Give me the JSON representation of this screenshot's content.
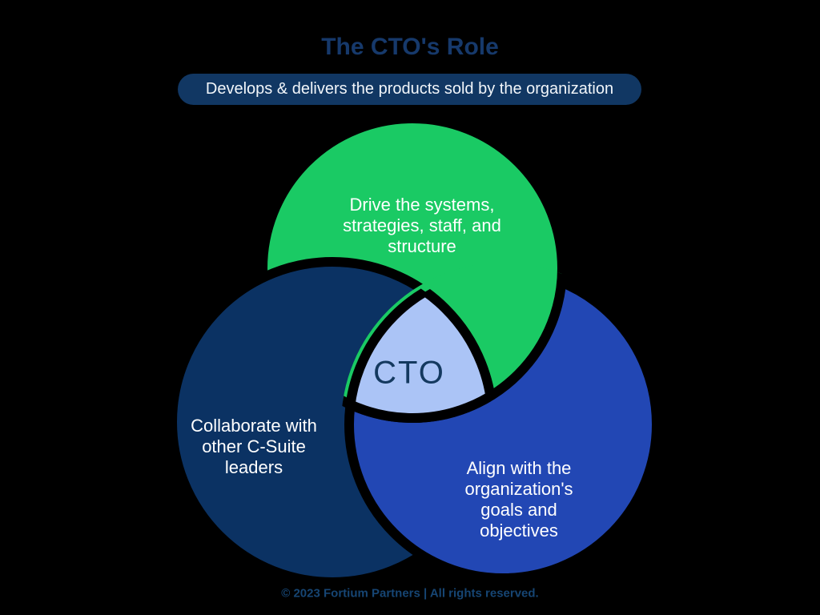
{
  "title": "The CTO's Role",
  "banner": {
    "text": "Develops & delivers the products sold by the organization"
  },
  "venn": {
    "center_label": "CTO",
    "center_fill": "#ABC4F6",
    "circles": [
      {
        "name": "top",
        "color": "#1ACA64",
        "lines": [
          "Drive the systems,",
          "strategies, staff, and",
          "structure"
        ]
      },
      {
        "name": "left",
        "color": "#0B3263",
        "lines": [
          "Collaborate with",
          "other C-Suite",
          "leaders"
        ]
      },
      {
        "name": "right",
        "color": "#2247B4",
        "lines": [
          "Align with the",
          "organization's",
          "goals and",
          "objectives"
        ]
      }
    ]
  },
  "footer": {
    "text": "© 2023 Fortium Partners | All rights reserved."
  },
  "colors": {
    "background": "#000000",
    "stroke": "#000000",
    "title_text": "#16396B",
    "banner_bg": "#113763",
    "banner_text": "#F2F6FA",
    "label_text": "#FFFFFF",
    "cto_text": "#14395F",
    "footer_text": "#164573"
  }
}
